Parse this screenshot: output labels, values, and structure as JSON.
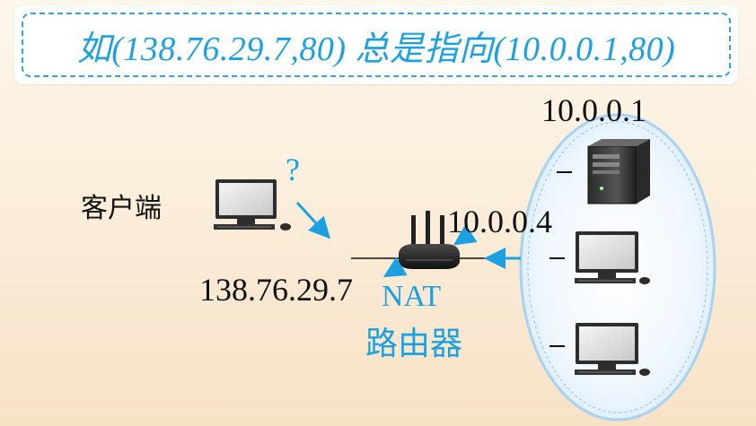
{
  "title": "如(138.76.29.7,80) 总是指向(10.0.0.1,80)",
  "client": {
    "label": "客户端",
    "question_mark": "?"
  },
  "router": {
    "inside_ip": "10.0.0.4",
    "outside_ip": "138.76.29.7",
    "name_line1": "NAT",
    "name_line2": "路由器"
  },
  "server": {
    "ip": "10.0.0.1"
  },
  "colors": {
    "accent": "#1ba1e2",
    "lan_ellipse_fill": "#eaf4fc",
    "lan_ellipse_border": "#8ec8ee"
  },
  "icons": [
    "desktop-computer-icon",
    "server-tower-icon",
    "wifi-router-icon"
  ]
}
